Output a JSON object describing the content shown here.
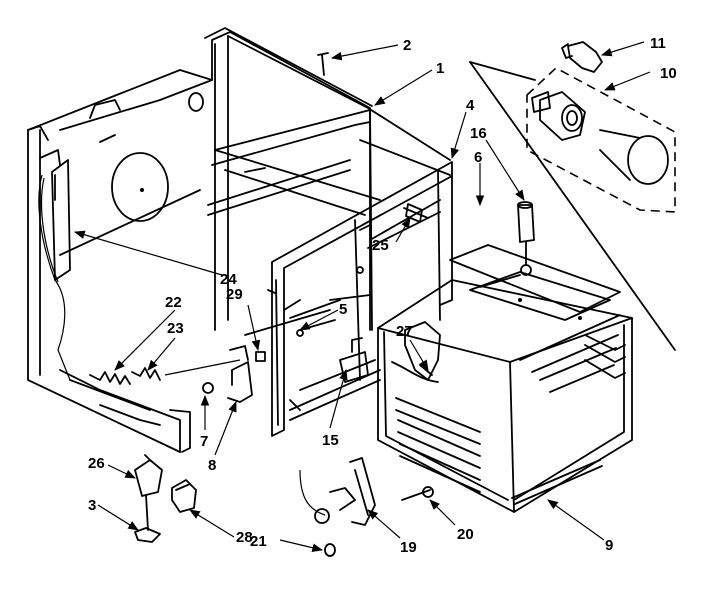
{
  "callouts": [
    {
      "id": "c1",
      "label": "1"
    },
    {
      "id": "c2",
      "label": "2"
    },
    {
      "id": "c3",
      "label": "3"
    },
    {
      "id": "c4",
      "label": "4"
    },
    {
      "id": "c5",
      "label": "5"
    },
    {
      "id": "c6",
      "label": "6"
    },
    {
      "id": "c7",
      "label": "7"
    },
    {
      "id": "c8",
      "label": "8"
    },
    {
      "id": "c9",
      "label": "9"
    },
    {
      "id": "c10",
      "label": "10"
    },
    {
      "id": "c11",
      "label": "11"
    },
    {
      "id": "c15",
      "label": "15"
    },
    {
      "id": "c16",
      "label": "16"
    },
    {
      "id": "c19",
      "label": "19"
    },
    {
      "id": "c20",
      "label": "20"
    },
    {
      "id": "c21",
      "label": "21"
    },
    {
      "id": "c22",
      "label": "22"
    },
    {
      "id": "c23",
      "label": "23"
    },
    {
      "id": "c24",
      "label": "24"
    },
    {
      "id": "c25",
      "label": "25"
    },
    {
      "id": "c26",
      "label": "26"
    },
    {
      "id": "c27",
      "label": "27"
    },
    {
      "id": "c28",
      "label": "28"
    },
    {
      "id": "c29",
      "label": "29"
    }
  ]
}
